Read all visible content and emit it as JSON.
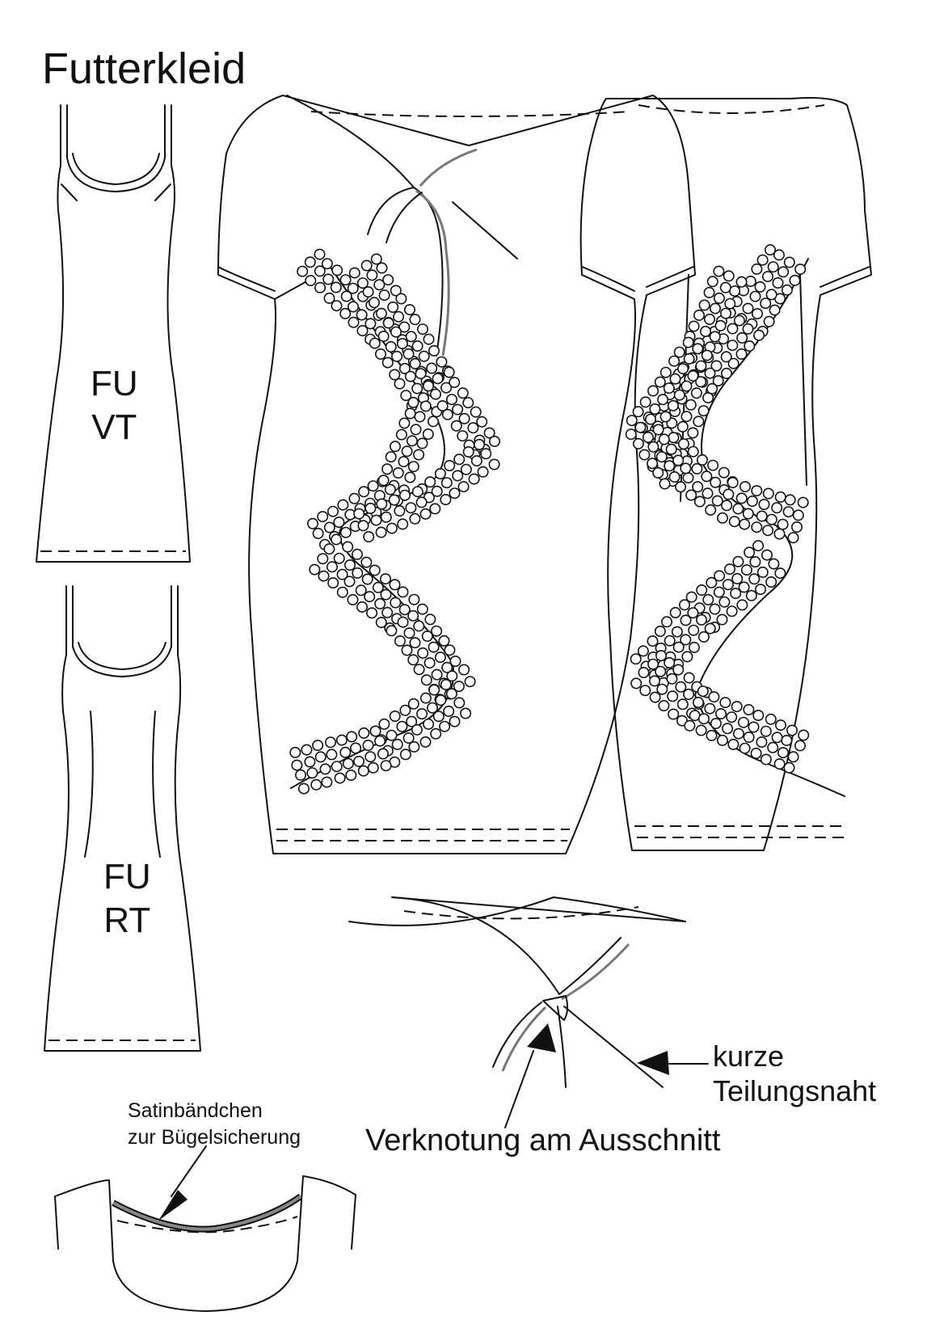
{
  "title": "Futterkleid",
  "lining_front": {
    "line1": "FU",
    "line2": "VT"
  },
  "lining_back": {
    "line1": "FU",
    "line2": "RT"
  },
  "annotations": {
    "satin_line1": "Satinbändchen",
    "satin_line2": "zur Bügelsicherung",
    "seam_line1": "kurze",
    "seam_line2": "Teilungsnaht",
    "knot": "Verknotung am Ausschnitt"
  }
}
